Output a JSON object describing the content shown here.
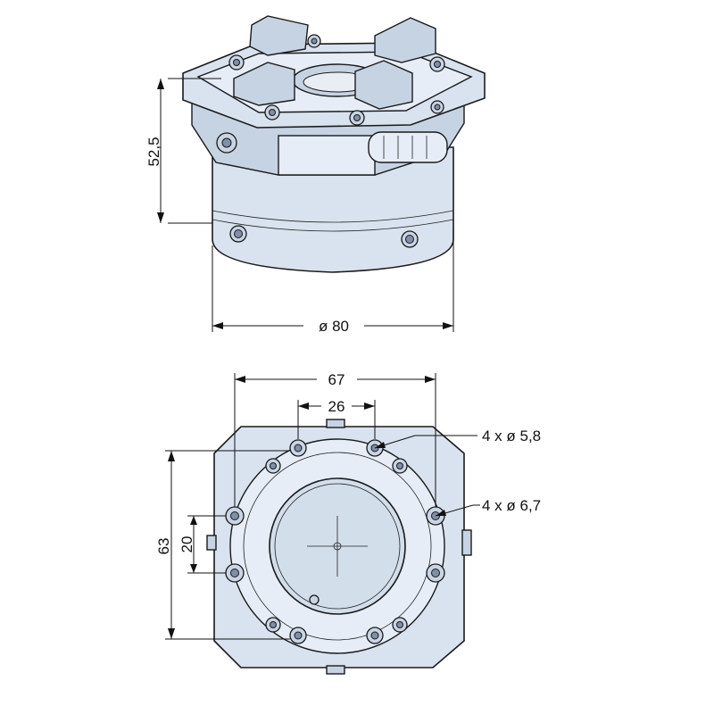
{
  "colors": {
    "body": "#d9e3ef",
    "shade": "#c6d3e3",
    "light": "#e6edf6",
    "outline": "#1a1a1a"
  },
  "side_view": {
    "height_label": "52,5",
    "diameter_label": "ø 80"
  },
  "top_view": {
    "width_label": "67",
    "inner_spacing_label": "26",
    "height_label": "63",
    "offset_label": "20",
    "hole_small_label": "4 x ø 5,8",
    "hole_large_label": "4 x ø 6,7"
  }
}
